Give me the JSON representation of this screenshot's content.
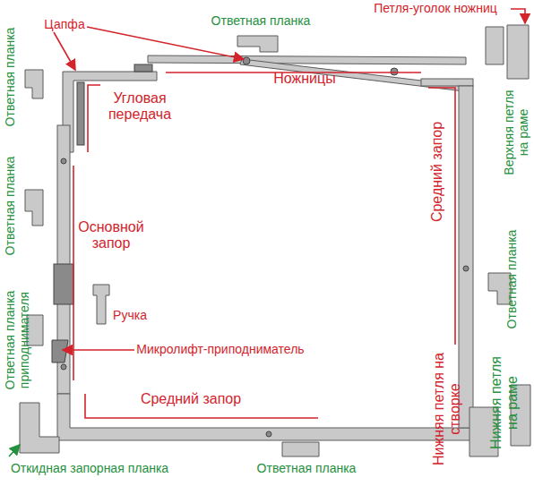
{
  "diagram": {
    "labels": [
      "Ответная планка",
      "Петля-уголок ножниц",
      "Цапфа",
      "Ответная планка",
      "Угловая передача",
      "Ножницы",
      "Верхняя петля на раме",
      "Ответная планка",
      "Средний запор",
      "Основной запор",
      "Ответная планка",
      "Ответная планка приподнимателя",
      "Ручка",
      "Микролифт-приподниматель",
      "Средний запор",
      "Нижняя петля на створке",
      "Нижняя петля на раме",
      "Откидная запорная планка",
      "Ответная планка"
    ]
  }
}
